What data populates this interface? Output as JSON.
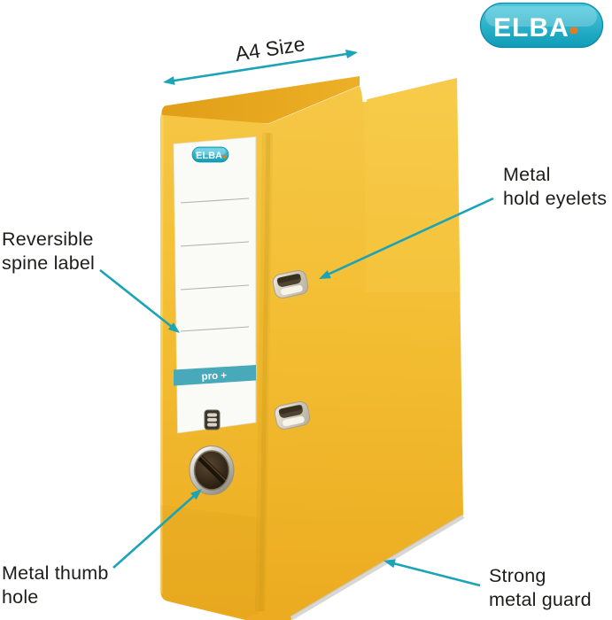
{
  "logo": {
    "text": "ELBA"
  },
  "binder": {
    "spine_logo_text": "ELBA",
    "spine_range_label": "pro +"
  },
  "annotations": {
    "size_label": "A4 Size",
    "hold_eyelets": [
      "Metal",
      "hold eyelets"
    ],
    "spine_label": [
      "Reversible",
      "spine label"
    ],
    "thumb_hole": [
      "Metal thumb",
      "hole"
    ],
    "metal_guard": [
      "Strong",
      "metal guard"
    ]
  },
  "colors": {
    "accent_teal": "#1BA3B8",
    "binder_yellow": "#F3BE33",
    "logo_teal": "#12A0BA",
    "logo_dot_orange": "#E87A1E"
  }
}
